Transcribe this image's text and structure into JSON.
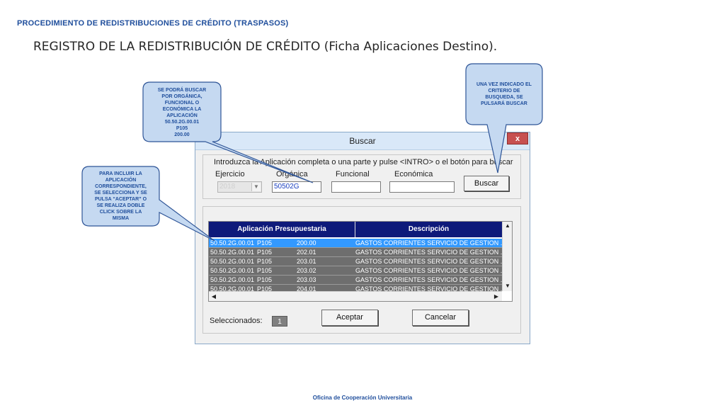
{
  "slide": {
    "header": "PROCEDIMIENTO DE REDISTRIBUCIONES DE CRÉDITO (TRASPASOS)",
    "subtitle": "REGISTRO DE LA REDISTRIBUCIÓN DE CRÉDITO (Ficha Aplicaciones Destino).",
    "footer": "Oficina de Cooperación Universitaria"
  },
  "callouts": {
    "search_hint": [
      "SE PODRÁ BUSCAR",
      "POR ORGÁNICA,",
      "FUNCIONAL O",
      "ECONÓMICA LA",
      "APLICACIÓN",
      "50.50.2G.00.01",
      "P105",
      "200.00"
    ],
    "button_hint": [
      "UNA VEZ INDICADO EL",
      "CRITERIO DE",
      "BUSQUEDA, SE",
      "PULSARÁ BUSCAR"
    ],
    "select_hint": [
      "PARA INCLUIR LA",
      "APLICACIÓN",
      "CORRESPONDIENTE,",
      "SE SELECCIONA Y SE",
      "PULSA “ACEPTAR” O",
      "SE REALIZA DOBLE",
      "CLICK SOBRE LA",
      "MISMA"
    ]
  },
  "dialog": {
    "title": "Buscar",
    "close": "x",
    "instruction": "Introduzca la Aplicación completa o una parte y pulse <INTRO> o el botón para buscar",
    "labels": {
      "ejercicio": "Ejercicio",
      "organica": "Orgánica",
      "funcional": "Funcional",
      "economica": "Económica"
    },
    "values": {
      "ejercicio": "2018",
      "organica": "50502G",
      "funcional": "",
      "economica": ""
    },
    "search_button": "Buscar",
    "columns": [
      "Aplicación Presupuestaria",
      "Descripción"
    ],
    "rows": [
      {
        "org": "50.50.2G.00.01",
        "fun": "P105",
        "eco": "200.00",
        "desc": "GASTOS CORRIENTES  SERVICIO DE GESTION ..."
      },
      {
        "org": "50.50.2G.00.01",
        "fun": "P105",
        "eco": "202.01",
        "desc": "GASTOS CORRIENTES  SERVICIO DE GESTION ..."
      },
      {
        "org": "50.50.2G.00.01",
        "fun": "P105",
        "eco": "203.01",
        "desc": "GASTOS CORRIENTES  SERVICIO DE GESTION ..."
      },
      {
        "org": "50.50.2G.00.01",
        "fun": "P105",
        "eco": "203.02",
        "desc": "GASTOS CORRIENTES  SERVICIO DE GESTION ..."
      },
      {
        "org": "50.50.2G.00.01",
        "fun": "P105",
        "eco": "203.03",
        "desc": "GASTOS CORRIENTES  SERVICIO DE GESTION ..."
      },
      {
        "org": "50.50.2G.00.01",
        "fun": "P105",
        "eco": "204.01",
        "desc": "GASTOS CORRIENTES  SERVICIO DE GESTION ..."
      }
    ],
    "selected_label": "Seleccionados:",
    "selected_count": "1",
    "accept_button": "Aceptar",
    "cancel_button": "Cancelar",
    "scroll_icons": [
      "scroll-up-icon",
      "scroll-down-icon",
      "scroll-left-icon",
      "scroll-right-icon",
      "dropdown-arrow-icon"
    ]
  },
  "colors": {
    "accent": "#1f4e9c",
    "callout_fill": "#c5d9f1",
    "grid_header": "#0e1a7a",
    "row_selected": "#3399ff",
    "row_normal": "#6e6e6e",
    "close_button": "#c75050"
  }
}
